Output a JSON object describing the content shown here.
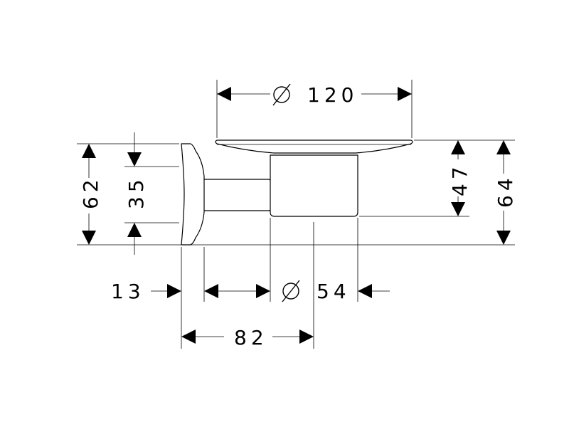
{
  "diagram": {
    "type": "technical-dimension-drawing",
    "subject": "wall-mounted soap dish holder",
    "dimensions": [
      {
        "id": "dish-diameter",
        "label": "120",
        "diameter": true
      },
      {
        "id": "height-62",
        "label": "62"
      },
      {
        "id": "height-35",
        "label": "35"
      },
      {
        "id": "height-47",
        "label": "47"
      },
      {
        "id": "height-64",
        "label": "64"
      },
      {
        "id": "depth-13",
        "label": "13"
      },
      {
        "id": "holder-diameter",
        "label": "54",
        "diameter": true
      },
      {
        "id": "depth-82",
        "label": "82"
      }
    ]
  }
}
